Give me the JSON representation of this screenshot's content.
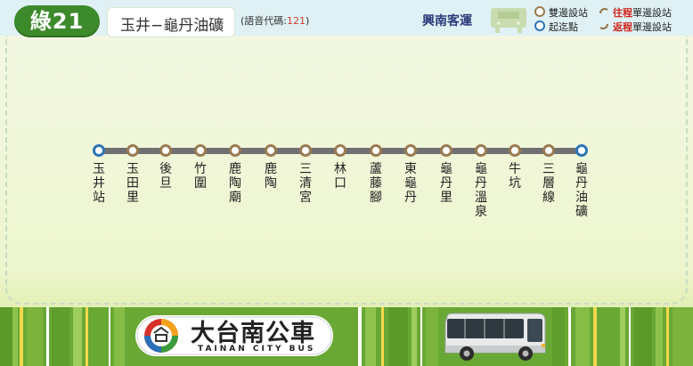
{
  "header": {
    "route_number": "綠21",
    "route_name": "玉井−龜丹油礦",
    "voice_code_label": "(語音代碼:",
    "voice_code": "121",
    "voice_code_close": ")",
    "operator": "興南客運"
  },
  "legend": {
    "double_stop": "雙邊設站",
    "terminal": "起迄點",
    "outbound_prefix": "往程",
    "outbound_suffix": "單邊設站",
    "return_prefix": "返程",
    "return_suffix": "單邊設站"
  },
  "stops": [
    {
      "name": "玉井站",
      "type": "terminal"
    },
    {
      "name": "玉田里",
      "type": "double"
    },
    {
      "name": "後旦",
      "type": "double"
    },
    {
      "name": "竹圍",
      "type": "double"
    },
    {
      "name": "鹿陶廟",
      "type": "double"
    },
    {
      "name": "鹿陶",
      "type": "double"
    },
    {
      "name": "三清宮",
      "type": "double"
    },
    {
      "name": "林口",
      "type": "double"
    },
    {
      "name": "蘆藤腳",
      "type": "double"
    },
    {
      "name": "東龜丹",
      "type": "double"
    },
    {
      "name": "龜丹里",
      "type": "double"
    },
    {
      "name": "龜丹溫泉",
      "type": "double"
    },
    {
      "name": "牛坑",
      "type": "double"
    },
    {
      "name": "三層線",
      "type": "double"
    },
    {
      "name": "龜丹油礦",
      "type": "terminal"
    }
  ],
  "footer": {
    "brand_name": "大台南公車",
    "brand_subtitle": "TAINAN CITY BUS"
  },
  "colors": {
    "route_badge": "#3d8a2c",
    "double_stop_ring": "#9a7b52",
    "terminal_ring": "#2e75b6",
    "route_line": "#707070",
    "highlight_red": "#d0261c"
  }
}
